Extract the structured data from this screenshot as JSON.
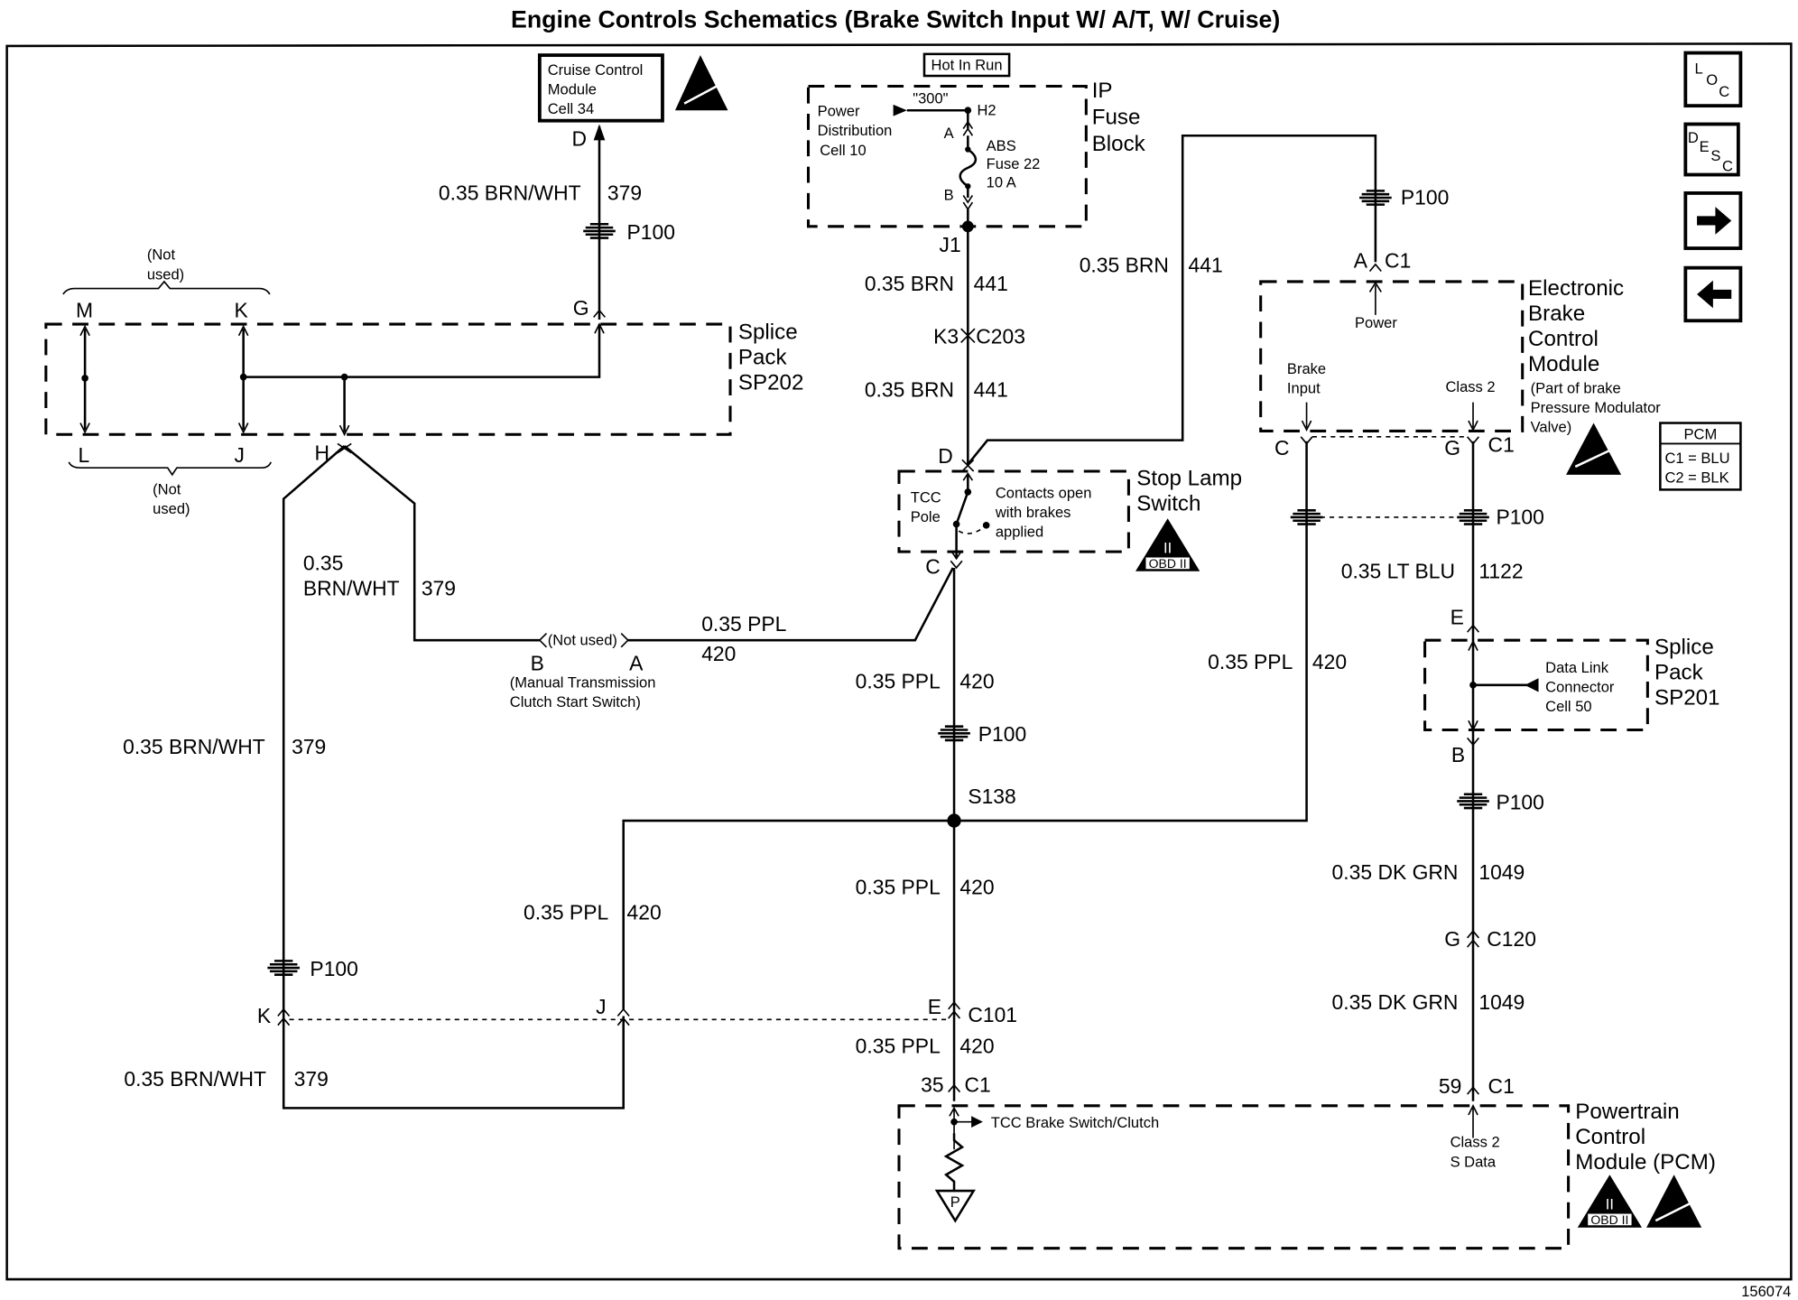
{
  "title": "Engine Controls Schematics (Brake Switch Input W/ A/T, W/ Cruise)",
  "figure_number": "156074",
  "nav_buttons": [
    {
      "name": "loc-button",
      "label_parts": [
        "L",
        "O",
        "C"
      ]
    },
    {
      "name": "desc-button",
      "label_parts": [
        "D",
        "E",
        "S",
        "C"
      ]
    },
    {
      "name": "next-arrow-button",
      "icon": "arrow-right"
    },
    {
      "name": "prev-arrow-button",
      "icon": "arrow-left"
    }
  ],
  "cruise_module": {
    "lines": [
      "Cruise Control",
      "Module",
      "Cell 34"
    ],
    "pin": "D"
  },
  "hot_in_run": "Hot In Run",
  "ip_fuse_block": {
    "label": [
      "IP",
      "Fuse",
      "Block"
    ],
    "power_dist": [
      "Power",
      "Distribution",
      "Cell 10"
    ],
    "bus": "\"300\"",
    "h2": "H2",
    "pin_a": "A",
    "pin_b": "B",
    "fuse": [
      "ABS",
      "Fuse 22",
      "10 A"
    ],
    "j1": "J1"
  },
  "splice_sp202": {
    "label": [
      "Splice",
      "Pack",
      "SP202"
    ],
    "pins": {
      "M": "M",
      "K": "K",
      "L": "L",
      "J": "J",
      "H": "H",
      "G": "G"
    },
    "not_used_top": [
      "(Not",
      "used)"
    ],
    "not_used_bottom": [
      "(Not",
      "used)"
    ]
  },
  "splice_sp201": {
    "label": [
      "Splice",
      "Pack",
      "SP201"
    ],
    "pin_e": "E",
    "pin_b": "B",
    "dlc": [
      "Data Link",
      "Connector",
      "Cell 50"
    ]
  },
  "stop_lamp_switch": {
    "label": [
      "Stop Lamp",
      "Switch"
    ],
    "pole": [
      "TCC",
      "Pole"
    ],
    "note": [
      "Contacts open",
      "with brakes",
      "applied"
    ],
    "pin_d": "D",
    "pin_c": "C",
    "obd": "OBD II",
    "obd_roman": "II"
  },
  "ebcm": {
    "label": [
      "Electronic",
      "Brake",
      "Control",
      "Module"
    ],
    "sub": [
      "(Part of brake",
      "Pressure Modulator",
      "Valve)"
    ],
    "power": "Power",
    "brake_input": [
      "Brake",
      "Input"
    ],
    "class2": "Class 2",
    "pin_a": "A",
    "conn_a": "C1",
    "pin_c": "C",
    "pin_g": "G",
    "conn_g": "C1"
  },
  "pcm_legend": {
    "title": "PCM",
    "c1": "C1 = BLU",
    "c2": "C2 = BLK"
  },
  "pcm": {
    "label": [
      "Powertrain",
      "Control",
      "Module (PCM)"
    ],
    "tcc": "TCC Brake Switch/Clutch",
    "class2": [
      "Class 2",
      "S Data"
    ],
    "pin35": "35",
    "pin59": "59",
    "conn": "C1",
    "ground": "P",
    "obd": "OBD II",
    "obd_roman": "II"
  },
  "clutch_switch": {
    "not_used": "(Not used)",
    "pin_b": "B",
    "pin_a": "A",
    "label": [
      "(Manual Transmission",
      "Clutch Start Switch)"
    ]
  },
  "wires": {
    "brnwht": "0.35 BRN/WHT",
    "c379": "379",
    "brn": "0.35 BRN",
    "c441": "441",
    "ppl": "0.35 PPL",
    "c420": "420",
    "ltblu": "0.35 LT BLU",
    "c1122": "1122",
    "dkgrn": "0.35 DK GRN",
    "c1049": "1049",
    "w035": "0.35",
    "brnwht_only": "BRN/WHT"
  },
  "connectors": {
    "p100": "P100",
    "k3": "K3",
    "c203": "C203",
    "s138": "S138",
    "g": "G",
    "c120": "C120",
    "k": "K",
    "j": "J",
    "e": "E",
    "c101": "C101"
  }
}
